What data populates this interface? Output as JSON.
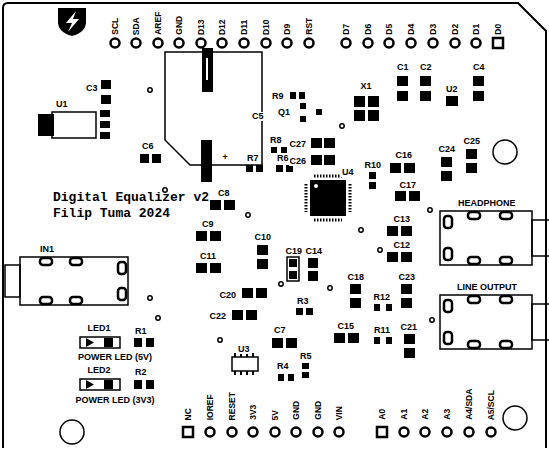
{
  "diagram": {
    "labels": [
      "SCL",
      "SDA",
      "AREF",
      "GND",
      "D13",
      "D12",
      "D11",
      "D10",
      "D9",
      "RST",
      "D7",
      "D6",
      "D5",
      "D4",
      "D3",
      "D2",
      "D1",
      "D0",
      "NC",
      "IOREF",
      "RESET",
      "3V3",
      "5V",
      "GND",
      "GND",
      "VIN",
      "A0",
      "A1",
      "A2",
      "A3",
      "A4/SDA",
      "A5/SCL",
      "C3",
      "U1",
      "C6",
      "R9",
      "Q1",
      "R8",
      "C5",
      "C27",
      "C26",
      "X1",
      "C1",
      "C2",
      "U2",
      "C4",
      "C25",
      "C24",
      "R7",
      "R6",
      "R10",
      "C16",
      "C17",
      "U4",
      "C8",
      "C9",
      "C13",
      "C12",
      "C10",
      "C19",
      "C14",
      "C11",
      "C18",
      "C23",
      "R12",
      "C20",
      "C22",
      "R3",
      "C15",
      "R11",
      "C21",
      "C7",
      "U3",
      "R5",
      "R4",
      "LED1",
      "R1",
      "LED2",
      "R2",
      "IN1",
      "HEADPHONE",
      "LINE OUTPUT",
      "+",
      "Digital Equalizer v2",
      "Filip Tuma 2024",
      "POWER LED (5V)",
      "POWER LED (3V3)"
    ]
  }
}
